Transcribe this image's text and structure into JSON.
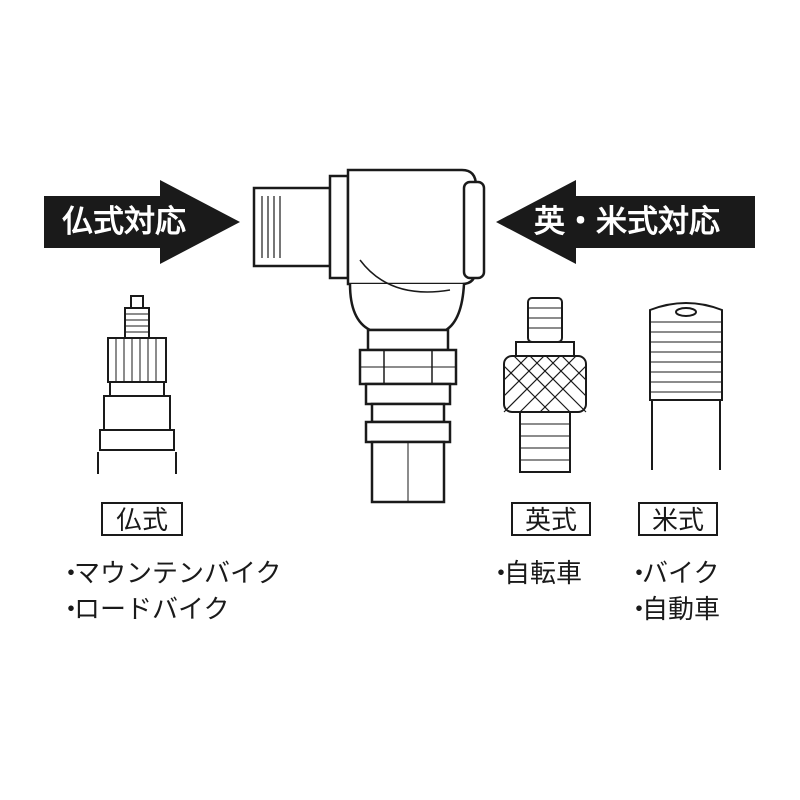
{
  "arrows": {
    "left_label": "仏式対応",
    "right_label": "英・米式対応"
  },
  "valves": {
    "french": {
      "label": "仏式",
      "items": [
        "マウンテンバイク",
        "ロードバイク"
      ]
    },
    "british": {
      "label": "英式",
      "items": [
        "自転車"
      ]
    },
    "american": {
      "label": "米式",
      "items": [
        "バイク",
        "自動車"
      ]
    }
  },
  "bullet": "・",
  "colors": {
    "ink": "#1a1a1a",
    "background": "#ffffff",
    "arrow_text": "#ffffff"
  },
  "icons": [
    "arrow-right-icon",
    "arrow-left-icon",
    "pump-head-icon",
    "french-valve-icon",
    "british-valve-icon",
    "american-valve-icon"
  ]
}
